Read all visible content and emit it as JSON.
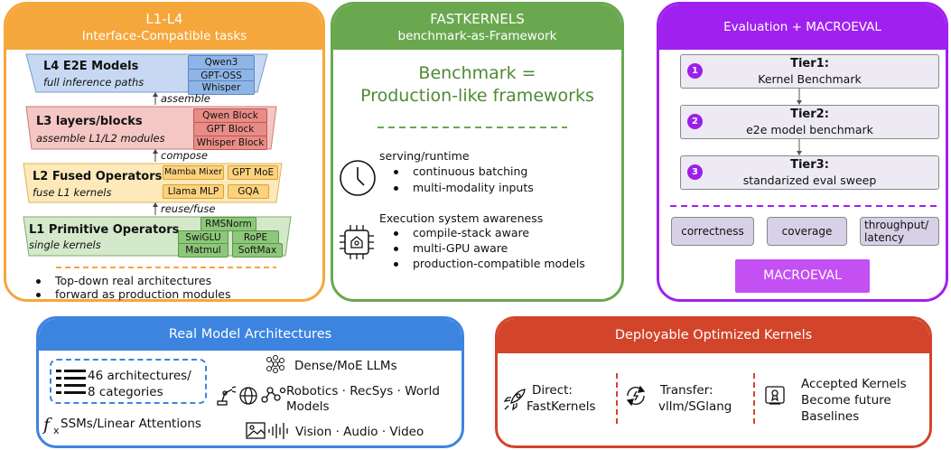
{
  "panel_l1l4": {
    "title": "L1-L4",
    "subtitle": "Interface-Compatible tasks",
    "levels": [
      {
        "title": "L4 E2E Models",
        "sub": "full inference paths",
        "pills": [
          "Qwen3",
          "GPT-OSS",
          "Whisper"
        ]
      },
      {
        "title": "L3 layers/blocks",
        "sub": "assemble L1/L2 modules",
        "pills": [
          "Qwen Block",
          "GPT Block",
          "Whisper Block"
        ]
      },
      {
        "title": "L2 Fused Operators",
        "sub": "fuse L1 kernels",
        "pills": [
          "Mamba Mixer",
          "GPT MoE",
          "Llama MLP",
          "GQA"
        ]
      },
      {
        "title": "L1 Primitive Operators",
        "sub": "single kernels",
        "pills": [
          "RMSNorm",
          "SwiGLU",
          "RoPE",
          "Matmul",
          "SoftMax"
        ]
      }
    ],
    "arrows": [
      "assemble",
      "compose",
      "reuse/fuse"
    ],
    "bullets": [
      "Top-down real architectures",
      "forward as production modules"
    ]
  },
  "panel_fastkernels": {
    "title": "FASTKERNELS",
    "subtitle": "benchmark-as-Framework",
    "headline_line1": "Benchmark =",
    "headline_line2": "Production-like frameworks",
    "group1": {
      "title": "serving/runtime",
      "icon": "clock-icon",
      "items": [
        "continuous batching",
        "multi-modality inputs"
      ]
    },
    "group2": {
      "title": "Execution system awareness",
      "icon": "chip-icon",
      "items": [
        "compile-stack aware",
        "multi-GPU aware",
        "production-compatible models"
      ]
    }
  },
  "panel_eval": {
    "title": "Evaluation + MACROEVAL",
    "tiers": [
      {
        "num": "1",
        "title": "Tier1:",
        "desc": "Kernel Benchmark"
      },
      {
        "num": "2",
        "title": "Tier2:",
        "desc": "e2e model benchmark"
      },
      {
        "num": "3",
        "title": "Tier3:",
        "desc": "standarized eval sweep"
      }
    ],
    "metrics": [
      "correctness",
      "coverage",
      "throughput/ latency"
    ],
    "metric3_line1": "throughput/",
    "metric3_line2": "latency",
    "button": "MACROEVAL"
  },
  "panel_real": {
    "title": "Real Model Architectures",
    "count_line1": "46 architectures/",
    "count_line2": "8 categories",
    "items": [
      {
        "icon": "network-icon",
        "text": "Dense/MoE LLMs"
      },
      {
        "icon": "robot-arm-icon",
        "text": "Robotics · RecSys · World"
      },
      {
        "icon": "fx-icon",
        "text": "SSMs/Linear Attentions"
      },
      {
        "icon": "image-icon",
        "text": "Vision · Audio · Video"
      }
    ],
    "robotics_line2": "Models"
  },
  "panel_deploy": {
    "title": "Deployable Optimized Kernels",
    "cols": [
      {
        "icon": "rocket-icon",
        "line1": "Direct:",
        "line2": "FastKernels"
      },
      {
        "icon": "transfer-icon",
        "line1": "Transfer:",
        "line2": "vllm/SGlang"
      },
      {
        "icon": "certificate-icon",
        "line1": "Accepted Kernels",
        "line2": "Become future",
        "line3": "Baselines"
      }
    ]
  },
  "colors": {
    "orange": "#f5a73b",
    "green": "#6aa84f",
    "purple": "#a020f0",
    "blue": "#3d84e0",
    "red": "#d2452a"
  }
}
